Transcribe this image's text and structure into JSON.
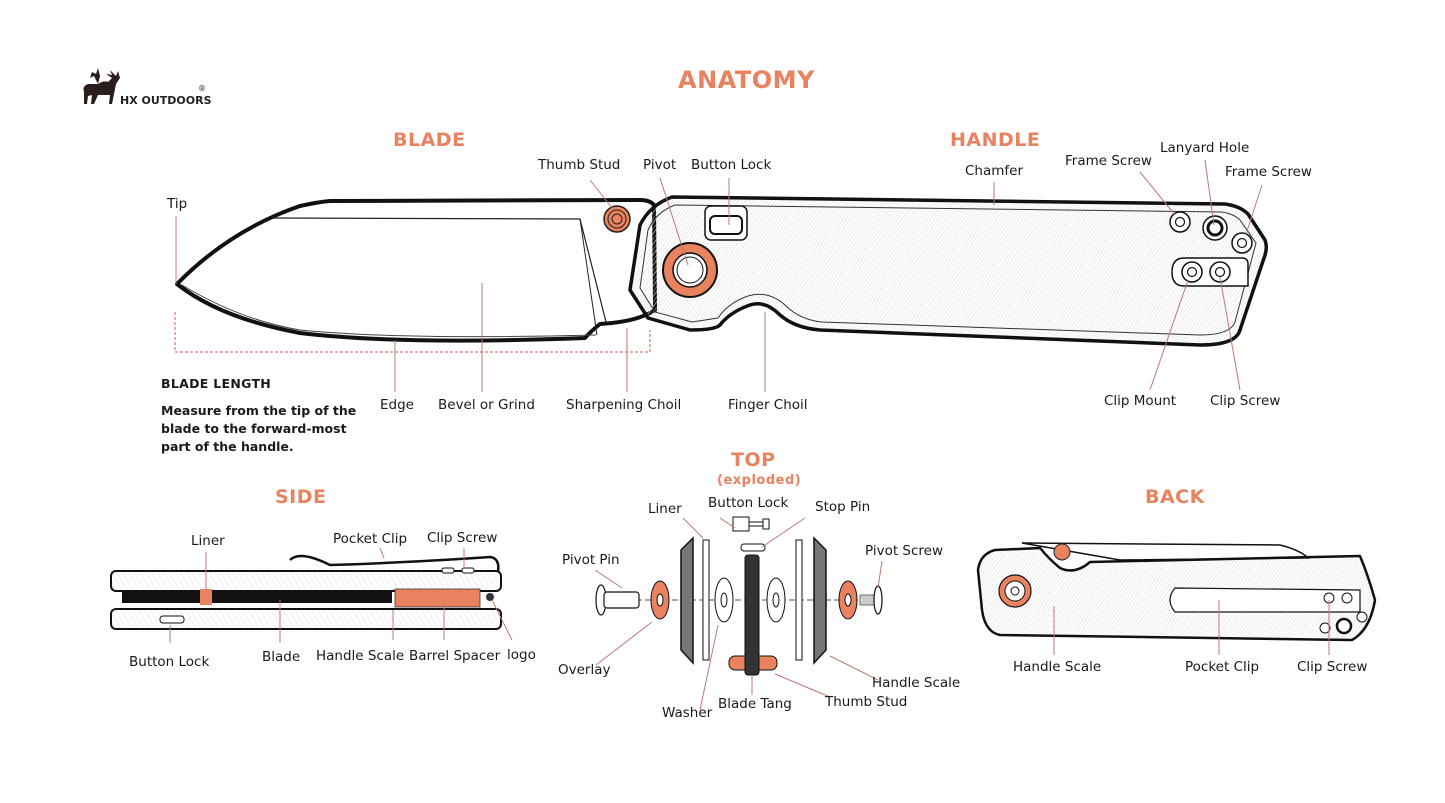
{
  "brand": {
    "name": "HX OUTDOORS",
    "registered": "®",
    "logo_icon": "elk-logo-icon"
  },
  "title": "ANATOMY",
  "colors": {
    "accent": "#E8825F",
    "ink": "#1a1a1a",
    "leader": "#B87C70",
    "dark_part": "#7a7a7a"
  },
  "main_view": {
    "blade_heading": "BLADE",
    "handle_heading": "HANDLE",
    "labels": {
      "tip": "Tip",
      "thumb_stud": "Thumb Stud",
      "pivot": "Pivot",
      "button_lock": "Button Lock",
      "chamfer": "Chamfer",
      "frame_screw_1": "Frame Screw",
      "lanyard_hole": "Lanyard Hole",
      "frame_screw_2": "Frame Screw",
      "edge": "Edge",
      "bevel": "Bevel or Grind",
      "sharpening_choil": "Sharpening Choil",
      "finger_choil": "Finger Choil",
      "clip_mount": "Clip Mount",
      "clip_screw": "Clip Screw"
    },
    "blade_length": {
      "title": "BLADE LENGTH",
      "text": "Measure from the tip of the blade to the forward-most part of the handle."
    }
  },
  "side_view": {
    "heading": "SIDE",
    "labels": {
      "liner": "Liner",
      "pocket_clip": "Pocket Clip",
      "clip_screw": "Clip Screw",
      "button_lock": "Button Lock",
      "blade": "Blade",
      "handle_scale": "Handle Scale",
      "barrel_spacer": "Barrel Spacer",
      "logo": "logo"
    }
  },
  "top_view": {
    "heading": "TOP",
    "subheading": "(exploded)",
    "labels": {
      "liner": "Liner",
      "button_lock": "Button Lock",
      "stop_pin": "Stop Pin",
      "pivot_pin": "Pivot Pin",
      "pivot_screw": "Pivot Screw",
      "overlay": "Overlay",
      "washer": "Washer",
      "blade_tang": "Blade Tang",
      "thumb_stud": "Thumb Stud",
      "handle_scale": "Handle Scale"
    }
  },
  "back_view": {
    "heading": "BACK",
    "labels": {
      "handle_scale": "Handle Scale",
      "pocket_clip": "Pocket Clip",
      "clip_screw": "Clip Screw"
    }
  }
}
